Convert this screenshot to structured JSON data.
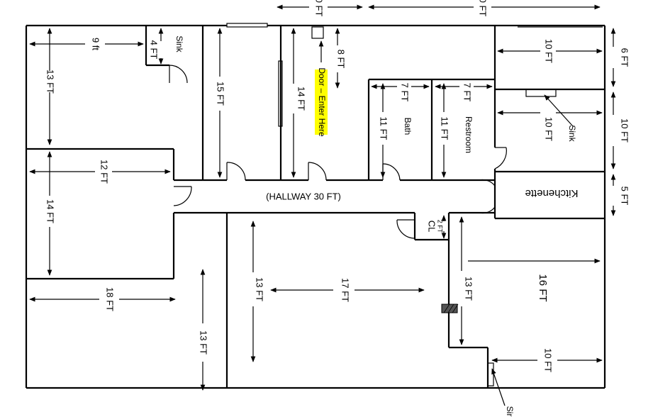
{
  "labels": {
    "top_left_dim": "0 FT",
    "top_right_dim": "0 FT",
    "room_a_width": "9 ft",
    "sink_room_width": "4 FT",
    "sink_top": "Sink",
    "room_a_height": "13 FT",
    "room_b_height": "15 FT",
    "room_c_height": "14 FT",
    "entry_offset": "8 FT",
    "entry_note": "Door – Enter Here",
    "bath_width": "7 FT",
    "bath_height": "11 FT",
    "bath_name": "Bath",
    "restroom_width": "7 FT",
    "restroom_height": "11 FT",
    "restroom_name": "Restroom",
    "office_ne1_width": "10 FT",
    "office_ne1_depth": "6 FT",
    "office_ne2_width": "10 FT",
    "office_ne2_depth": "10 FT",
    "sink_right": "Sink",
    "kitchenette": "Kitchenette",
    "kitchenette_depth": "5 FT",
    "room_d_width": "12 FT",
    "room_d_height": "14 FT",
    "hallway": "(HALLWAY  30 FT)",
    "closet": "CL",
    "closet_depth": "2 FT",
    "room_e_width": "18 FT",
    "room_e_height": "13 FT",
    "room_f_height": "13 FT",
    "room_f_width": "17 FT",
    "room_g_height": "13 FT",
    "room_g_width": "16 FT",
    "room_h_width": "10 FT",
    "sink_bottom": "Sir"
  }
}
